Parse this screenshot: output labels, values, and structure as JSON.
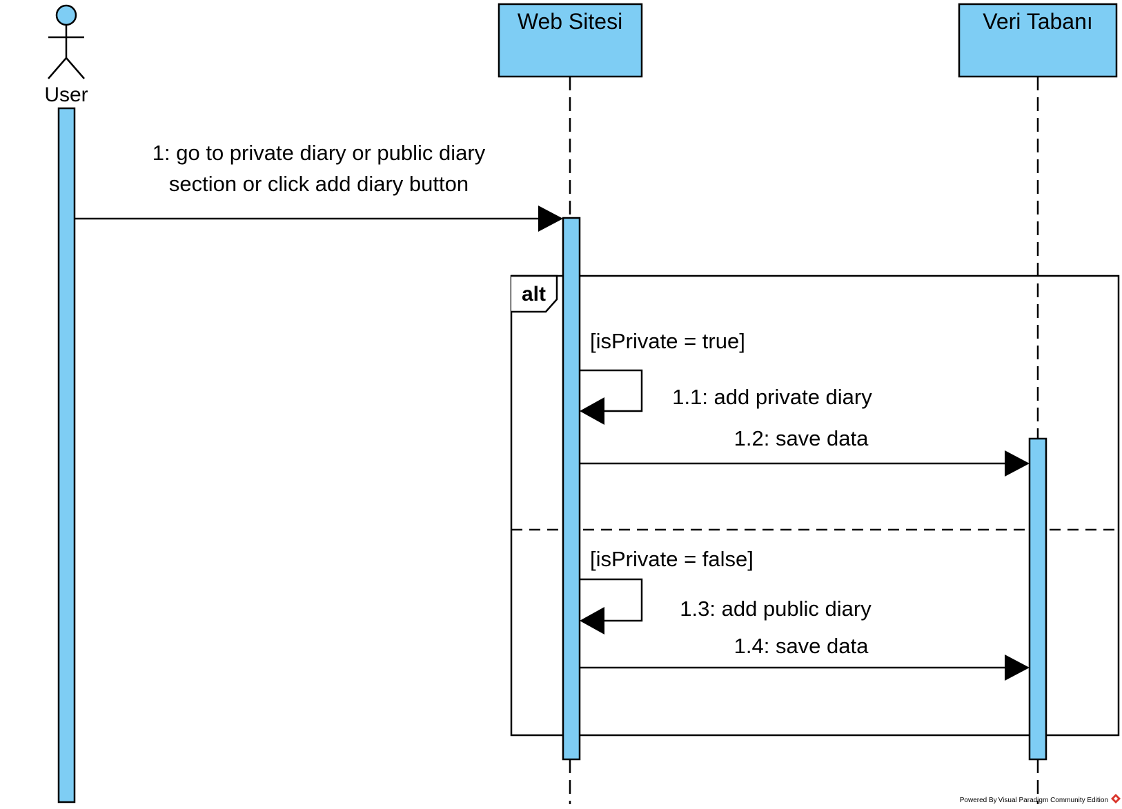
{
  "colors": {
    "lifeline_fill": "#7ecdf4",
    "stroke": "#000000",
    "background": "#ffffff",
    "brand_mark": "#d9342b"
  },
  "actor": {
    "label": "User"
  },
  "lifelines": [
    {
      "label": "Web Sitesi"
    },
    {
      "label": "Veri Tabanı"
    }
  ],
  "messages": [
    {
      "label_line1": "1: go to private diary or public diary",
      "label_line2": "section or click add diary button"
    },
    {
      "label": "1.1: add private diary"
    },
    {
      "label": "1.2: save data"
    },
    {
      "label": "1.3: add public diary"
    },
    {
      "label": "1.4: save data"
    }
  ],
  "fragment": {
    "operator": "alt",
    "guards": [
      "[isPrivate = true]",
      "[isPrivate = false]"
    ]
  },
  "footer": {
    "watermark": "Powered By Visual Paradigm Community Edition",
    "logo_icon": "visual-paradigm-logo-icon"
  }
}
